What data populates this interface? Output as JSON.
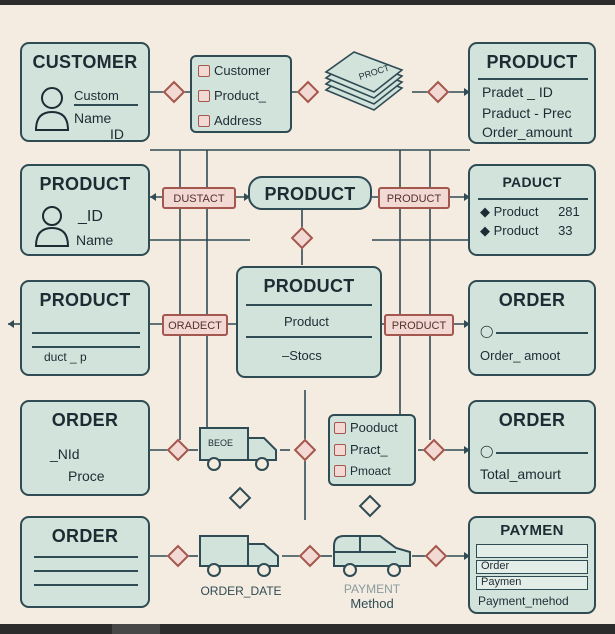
{
  "entities": {
    "customer": {
      "title": "CUSTOMER",
      "line1": "Custom",
      "line2": "Name",
      "line3": "ID"
    },
    "product_top_right": {
      "title": "PRODUCT",
      "line1": "Pradet _ ID",
      "line2": "Praduct - Prec",
      "line3": "Order_amount"
    },
    "product_left_2": {
      "title": "PRODUCT",
      "line1": "_ID",
      "line2": "Name"
    },
    "product_center": {
      "title": "PRODUCT"
    },
    "paduct": {
      "title": "PADUCT",
      "line1": "Product",
      "line1b": "281",
      "line2": "Product",
      "line2b": "33"
    },
    "product_left_3": {
      "title": "PRODUCT",
      "line1": "duct _ p"
    },
    "product_main": {
      "title": "PRODUCT",
      "line1": "Product",
      "line2": "–Stocs"
    },
    "order_right_3": {
      "title": "ORDER",
      "line1": "Order_ amoot"
    },
    "order_left_4": {
      "title": "ORDER",
      "line1": "_NId",
      "line2": "Proce"
    },
    "order_right_4": {
      "title": "ORDER",
      "line1": "Total_amourt"
    },
    "order_left_5": {
      "title": "ORDER"
    },
    "payment": {
      "title": "PAYMEN",
      "rows": [
        {
          "a": "",
          "b": ""
        },
        {
          "a": "Order",
          "b": ""
        },
        {
          "a": "Paymen",
          "b": ""
        }
      ],
      "footer": "Payment_mehod"
    }
  },
  "relationships": {
    "bustact": "DUSTACT",
    "product_mid": "PRODUCT",
    "oradect": "ORADECT",
    "product_mid3": "PRODUCT"
  },
  "attribute_lists": {
    "top": [
      "Customer",
      "Product_",
      "Address"
    ],
    "mid": [
      "Pooduct",
      "Pract_",
      "Pmoact"
    ]
  },
  "stack_label": "PROCT",
  "truck_label": "BEOE",
  "captions": {
    "order_date": "ORDER_DATE",
    "payment_method_a": "PAYMENT",
    "payment_method_b": "Method"
  }
}
